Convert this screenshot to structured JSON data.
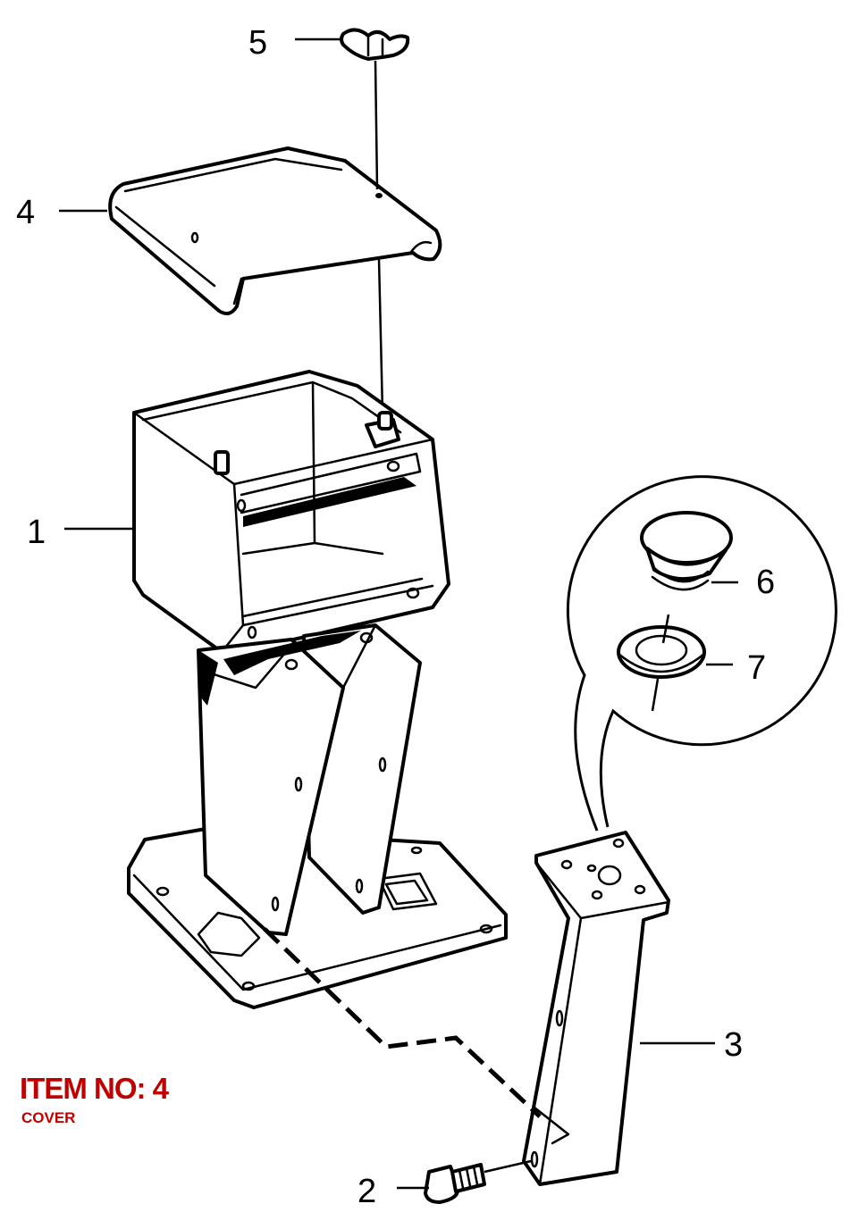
{
  "callouts": [
    {
      "id": "1",
      "label": "1"
    },
    {
      "id": "2",
      "label": "2"
    },
    {
      "id": "3",
      "label": "3"
    },
    {
      "id": "4",
      "label": "4"
    },
    {
      "id": "5",
      "label": "5"
    },
    {
      "id": "6",
      "label": "6"
    },
    {
      "id": "7",
      "label": "7"
    }
  ],
  "item": {
    "title": "ITEM NO: 4",
    "name": "COVER"
  },
  "colors": {
    "item_text": "#c00000",
    "line": "#000000",
    "background": "#ffffff"
  }
}
